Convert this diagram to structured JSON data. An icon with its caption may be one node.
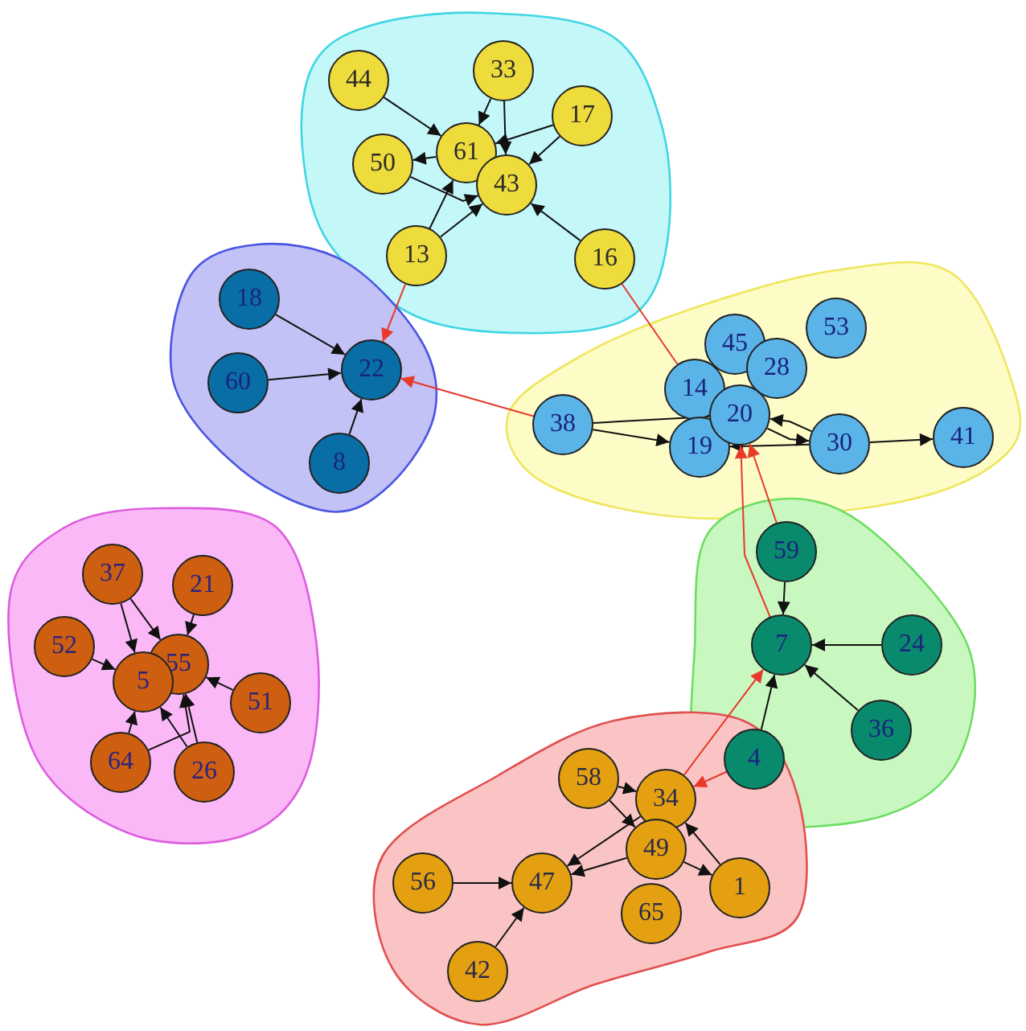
{
  "diagram": {
    "nodes": [
      {
        "text": [],
        "shape": "blob"
      },
      {
        "text": [
          "44"
        ],
        "in": 0
      },
      {
        "text": [
          "33"
        ],
        "in": 0
      },
      {
        "text": [
          "17"
        ],
        "in": 0
      },
      {
        "text": [
          "50"
        ],
        "in": 0
      },
      {
        "text": [
          "61"
        ],
        "in": 0
      },
      {
        "text": [
          "43"
        ],
        "in": 0
      },
      {
        "text": [
          "13"
        ],
        "in": 0
      },
      {
        "text": [
          "16"
        ],
        "in": 0
      },
      {
        "text": [],
        "shape": "blob"
      },
      {
        "text": [
          "18"
        ],
        "in": 9
      },
      {
        "text": [
          "60"
        ],
        "in": 9
      },
      {
        "text": [
          "22"
        ],
        "in": 9
      },
      {
        "text": [
          "8"
        ],
        "in": 9
      },
      {
        "text": [],
        "shape": "blob"
      },
      {
        "text": [
          "53"
        ],
        "in": 14
      },
      {
        "text": [
          "45"
        ],
        "in": 14
      },
      {
        "text": [
          "28"
        ],
        "in": 14
      },
      {
        "text": [
          "14"
        ],
        "in": 14
      },
      {
        "text": [
          "38"
        ],
        "in": 14
      },
      {
        "text": [
          "19"
        ],
        "in": 14
      },
      {
        "text": [
          "20"
        ],
        "in": 14
      },
      {
        "text": [
          "30"
        ],
        "in": 14
      },
      {
        "text": [
          "41"
        ],
        "in": 14
      },
      {
        "text": [],
        "shape": "blob"
      },
      {
        "text": [
          "37"
        ],
        "in": 24
      },
      {
        "text": [
          "21"
        ],
        "in": 24
      },
      {
        "text": [
          "52"
        ],
        "in": 24
      },
      {
        "text": [
          "55"
        ],
        "in": 24
      },
      {
        "text": [
          "5"
        ],
        "in": 24
      },
      {
        "text": [
          "51"
        ],
        "in": 24
      },
      {
        "text": [
          "64"
        ],
        "in": 24
      },
      {
        "text": [
          "26"
        ],
        "in": 24
      },
      {
        "text": [],
        "shape": "blob"
      },
      {
        "text": [
          "59"
        ],
        "in": 33
      },
      {
        "text": [
          "7"
        ],
        "in": 33
      },
      {
        "text": [
          "24"
        ],
        "in": 33
      },
      {
        "text": [
          "36"
        ],
        "in": 33
      },
      {
        "text": [
          "4"
        ]
      },
      {
        "text": [],
        "shape": "blob"
      },
      {
        "text": [
          "58"
        ],
        "in": 39
      },
      {
        "text": [
          "34"
        ],
        "in": 39
      },
      {
        "text": [
          "49"
        ],
        "in": 39
      },
      {
        "text": [
          "56"
        ],
        "in": 39
      },
      {
        "text": [
          "47"
        ],
        "in": 39
      },
      {
        "text": [
          "1"
        ],
        "in": 39
      },
      {
        "text": [
          "65"
        ],
        "in": 39
      },
      {
        "text": [
          "42"
        ],
        "in": 39
      }
    ],
    "edges": [
      {
        "from": 1,
        "to": 5,
        "arrow": "to"
      },
      {
        "from": 2,
        "to": 5,
        "arrow": "to"
      },
      {
        "from": 2,
        "to": 6,
        "arrow": "to"
      },
      {
        "from": 3,
        "to": 5,
        "arrow": "to"
      },
      {
        "from": 3,
        "to": 6,
        "arrow": "to"
      },
      {
        "from": 5,
        "to": 4,
        "arrow": "to"
      },
      {
        "from": 4,
        "to": 6,
        "arrow": "to"
      },
      {
        "from": 7,
        "to": 5,
        "arrow": "to"
      },
      {
        "from": 7,
        "to": 6,
        "arrow": "to"
      },
      {
        "from": 8,
        "to": 6,
        "arrow": "to"
      },
      {
        "from": 7,
        "to": 12,
        "arrow": "to",
        "color": "#e8392a"
      },
      {
        "from": 8,
        "to": 18,
        "arrow": "none",
        "color": "#e8392a"
      },
      {
        "from": 19,
        "to": 12,
        "arrow": "to",
        "color": "#e8392a"
      },
      {
        "from": 10,
        "to": 12,
        "arrow": "to"
      },
      {
        "from": 11,
        "to": 12,
        "arrow": "to"
      },
      {
        "from": 13,
        "to": 12,
        "arrow": "to"
      },
      {
        "from": 19,
        "to": 21,
        "arrow": "none"
      },
      {
        "from": 19,
        "to": 20,
        "arrow": "to"
      },
      {
        "from": 22,
        "to": 21,
        "arrow": "to"
      },
      {
        "from": 21,
        "to": 22,
        "arrow": "to"
      },
      {
        "from": 22,
        "to": 20,
        "arrow": "to"
      },
      {
        "from": 22,
        "to": 23,
        "arrow": "to"
      },
      {
        "from": 34,
        "to": 21,
        "arrow": "to",
        "color": "#e8392a"
      },
      {
        "from": 35,
        "to": 21,
        "arrow": "to",
        "color": "#e8392a"
      },
      {
        "from": 34,
        "to": 35,
        "arrow": "to"
      },
      {
        "from": 36,
        "to": 35,
        "arrow": "to"
      },
      {
        "from": 37,
        "to": 35,
        "arrow": "to"
      },
      {
        "from": 38,
        "to": 35,
        "arrow": "to"
      },
      {
        "from": 41,
        "to": 35,
        "arrow": "to",
        "color": "#e8392a"
      },
      {
        "from": 38,
        "to": 41,
        "arrow": "to",
        "color": "#e8392a"
      },
      {
        "from": 25,
        "to": 29,
        "arrow": "to"
      },
      {
        "from": 25,
        "to": 28,
        "arrow": "to"
      },
      {
        "from": 26,
        "to": 28,
        "arrow": "to"
      },
      {
        "from": 27,
        "to": 29,
        "arrow": "to"
      },
      {
        "from": 30,
        "to": 28,
        "arrow": "to"
      },
      {
        "from": 31,
        "to": 29,
        "arrow": "to"
      },
      {
        "from": 31,
        "to": 28,
        "arrow": "to"
      },
      {
        "from": 32,
        "to": 29,
        "arrow": "to"
      },
      {
        "from": 32,
        "to": 28,
        "arrow": "to"
      },
      {
        "from": 40,
        "to": 41,
        "arrow": "to"
      },
      {
        "from": 40,
        "to": 42,
        "arrow": "to"
      },
      {
        "from": 41,
        "to": 44,
        "arrow": "to"
      },
      {
        "from": 42,
        "to": 44,
        "arrow": "to"
      },
      {
        "from": 45,
        "to": 41,
        "arrow": "to"
      },
      {
        "from": 42,
        "to": 45,
        "arrow": "to"
      },
      {
        "from": 43,
        "to": 44,
        "arrow": "to"
      },
      {
        "from": 47,
        "to": 44,
        "arrow": "to"
      }
    ]
  }
}
